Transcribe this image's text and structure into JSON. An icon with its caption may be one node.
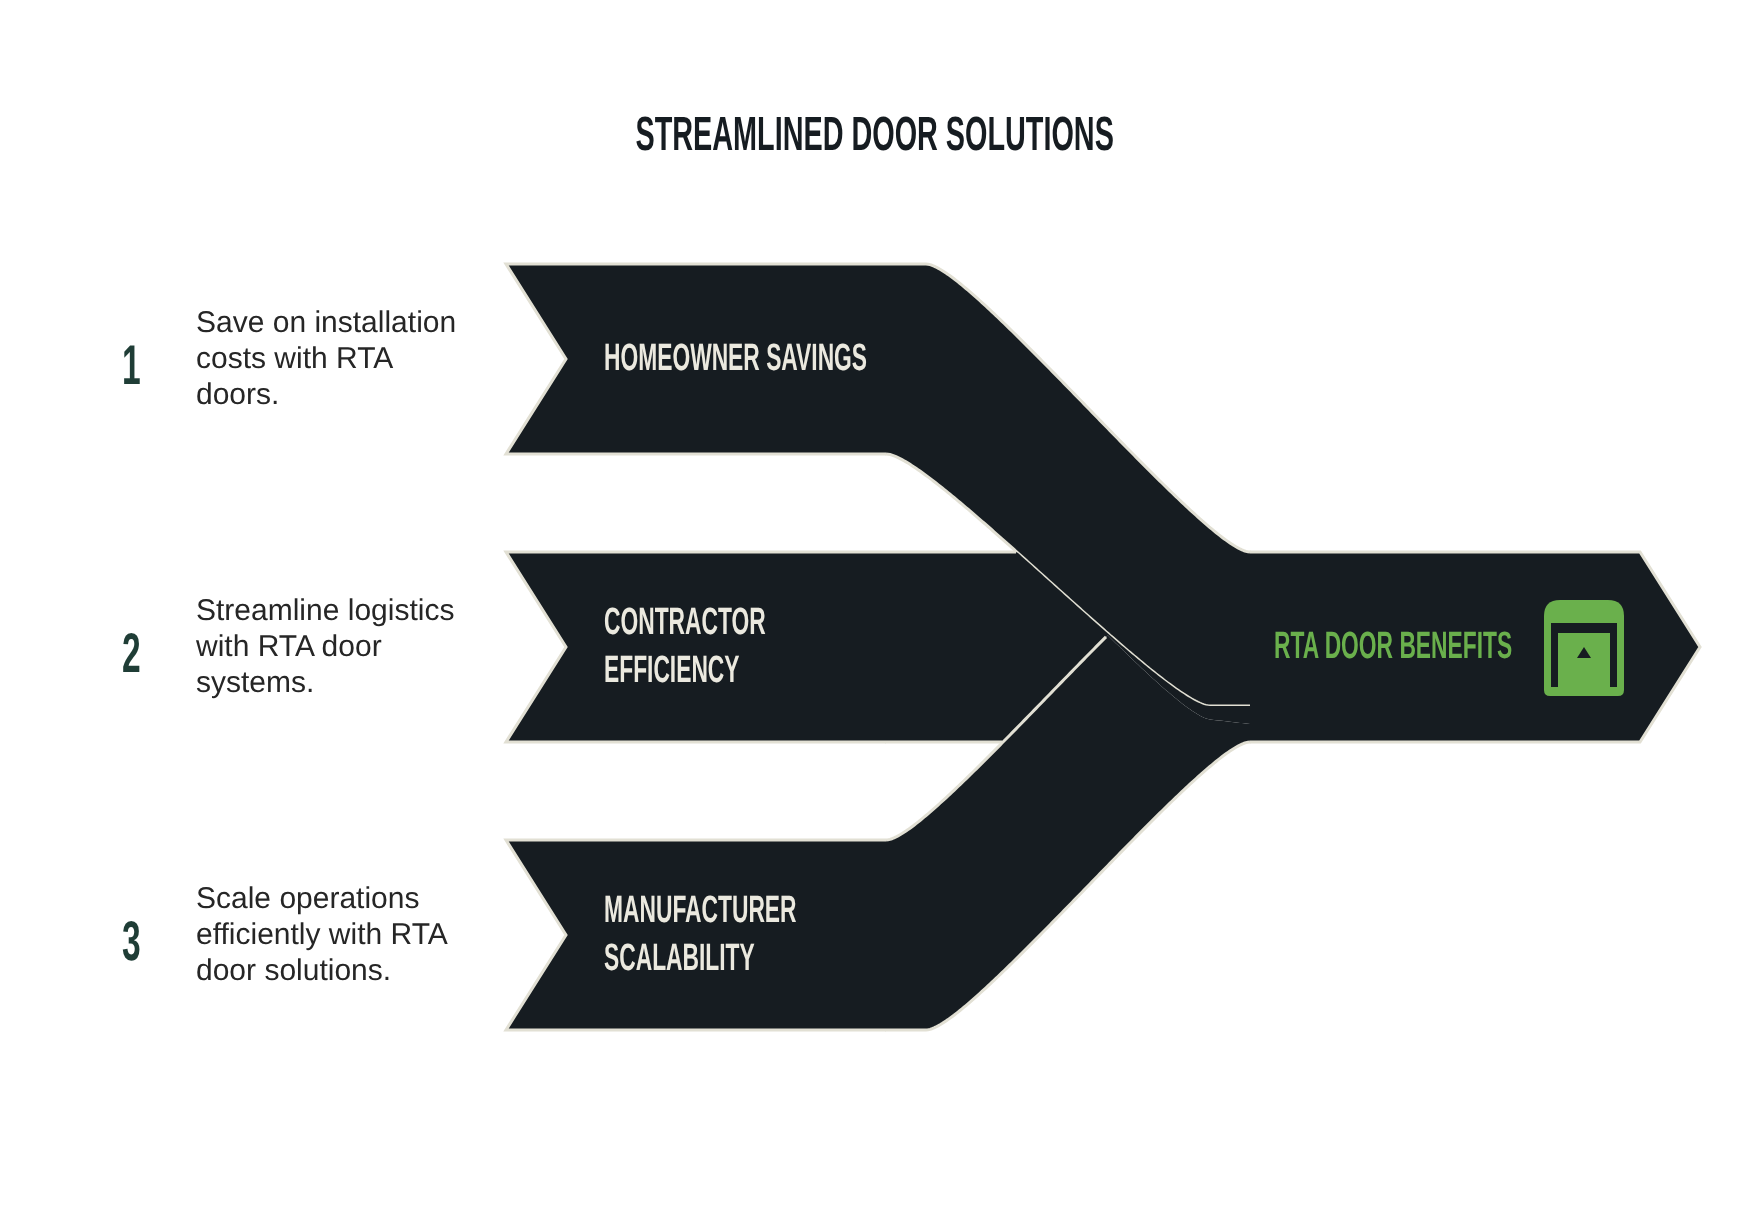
{
  "diagram": {
    "title": "STREAMLINED DOOR SOLUTIONS",
    "nodes": [
      {
        "text": [
          "HOMEOWNER SAVINGS"
        ],
        "beside": [
          "1",
          "Save on installation costs with RTA doors."
        ]
      },
      {
        "text": [
          "CONTRACTOR EFFICIENCY"
        ],
        "beside": [
          "2",
          "Streamline logistics with RTA door systems."
        ]
      },
      {
        "text": [
          "MANUFACTURER SCALABILITY"
        ],
        "beside": [
          "3",
          "Scale operations efficiently with RTA door solutions."
        ]
      },
      {
        "text": [
          "RTA DOOR BENEFITS"
        ]
      }
    ],
    "edges": [
      {
        "from": 0,
        "to": 3,
        "arrow": "none"
      },
      {
        "from": 1,
        "to": 3,
        "arrow": "none"
      },
      {
        "from": 2,
        "to": 3,
        "arrow": "none"
      }
    ]
  }
}
